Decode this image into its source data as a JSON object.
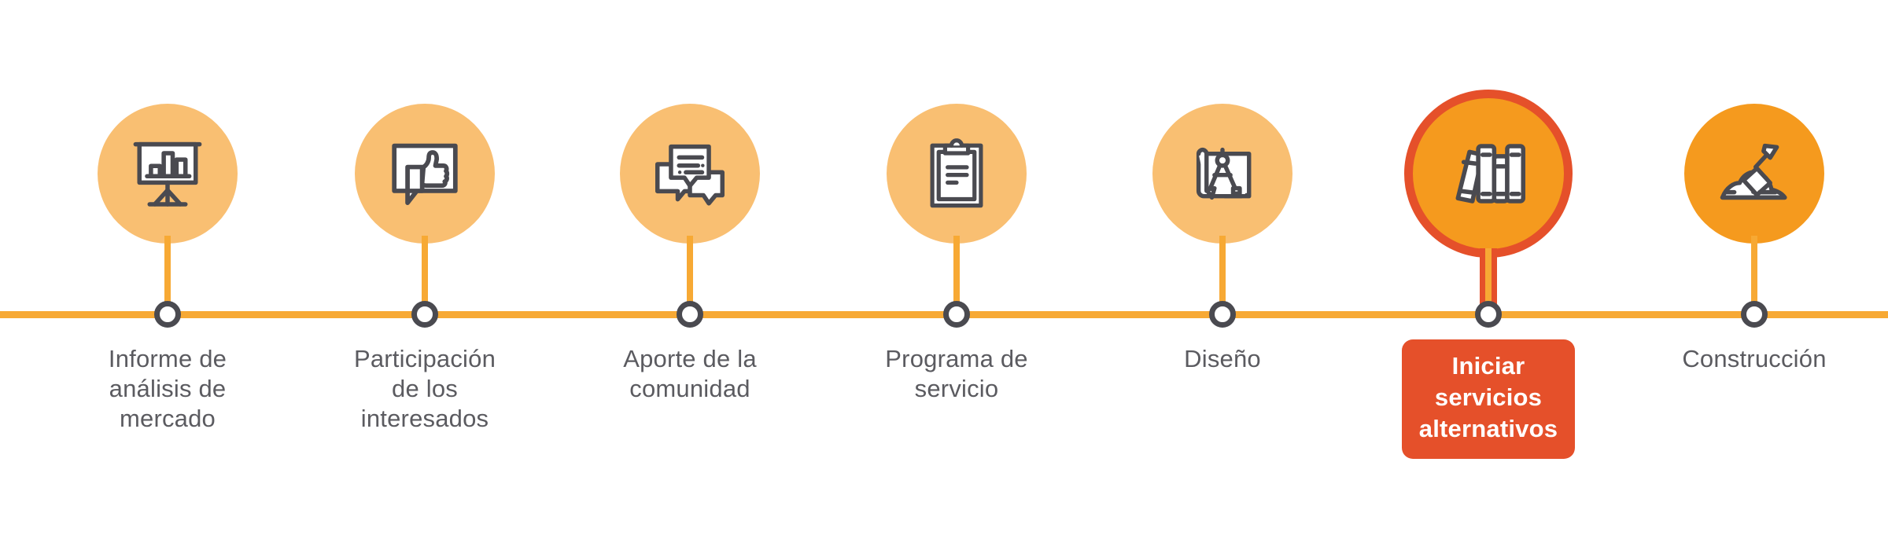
{
  "diagram": {
    "type": "process-timeline",
    "orientation": "horizontal",
    "axis_color": "#F7A934",
    "node_color": "#4A4A50",
    "steps_total": 7,
    "current_step_index": 6,
    "steps": [
      {
        "index": 1,
        "label": "Informe de\nanálisis de\nmercado",
        "icon": "presentation-bar-chart-icon",
        "bubble_color": "#F9BF72",
        "state": "default"
      },
      {
        "index": 2,
        "label": "Participación\nde los\ninteresados",
        "icon": "thumbs-up-speech-bubble-icon",
        "bubble_color": "#F9BF72",
        "state": "default"
      },
      {
        "index": 3,
        "label": "Aporte de la\ncomunidad",
        "icon": "chat-bubbles-icon",
        "bubble_color": "#F9BF72",
        "state": "default"
      },
      {
        "index": 4,
        "label": "Programa de\nservicio",
        "icon": "clipboard-document-icon",
        "bubble_color": "#F9BF72",
        "state": "default"
      },
      {
        "index": 5,
        "label": "Diseño",
        "icon": "blueprint-compass-icon",
        "bubble_color": "#F9BF72",
        "state": "default"
      },
      {
        "index": 6,
        "label": "Iniciar servicios\nalternativos",
        "icon": "books-binders-icon",
        "bubble_color": "#F59A1E",
        "ring_color": "#E5502A",
        "badge_color": "#E5502A",
        "badge_text_color": "#FFFFFF",
        "state": "current"
      },
      {
        "index": 7,
        "label": "Construcción",
        "icon": "shovel-dirt-icon",
        "bubble_color": "#F59A1E",
        "state": "default"
      }
    ]
  }
}
